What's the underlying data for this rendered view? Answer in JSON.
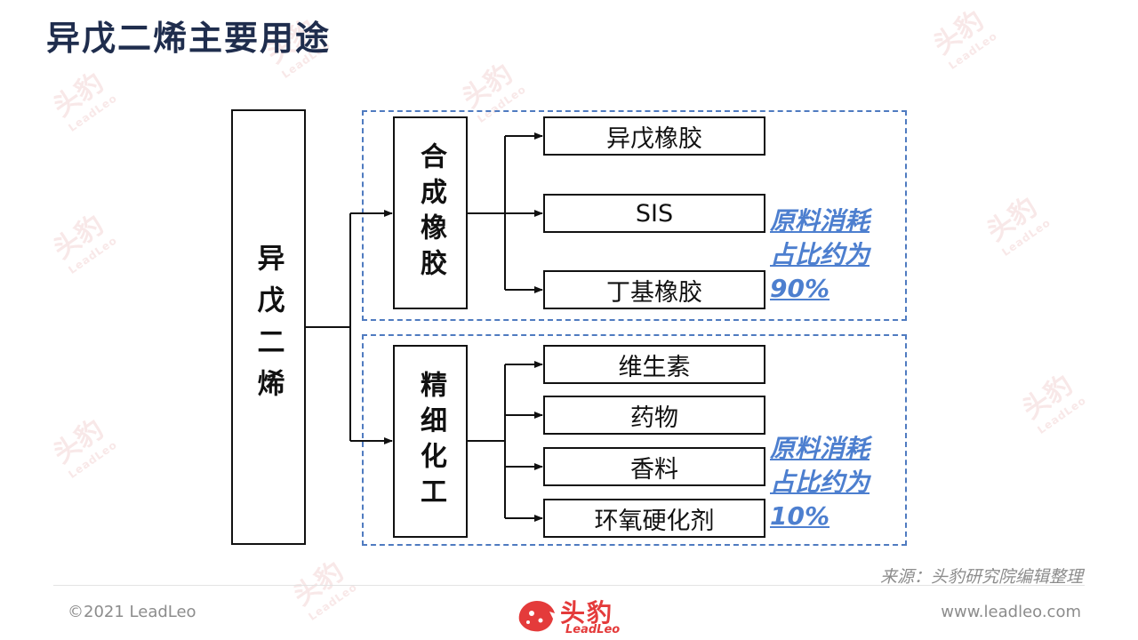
{
  "title": "异戊二烯主要用途",
  "root_label": "异戊二烯",
  "groups": [
    {
      "label": "合成橡胶",
      "items": [
        "异戊橡胶",
        "SIS",
        "丁基橡胶"
      ],
      "share_lines": [
        "原料消耗",
        "占比约为",
        "90%"
      ]
    },
    {
      "label": "精细化工",
      "items": [
        "维生素",
        "药物",
        "香料",
        "环氧硬化剂"
      ],
      "share_lines": [
        "原料消耗",
        "占比约为",
        "10%"
      ]
    }
  ],
  "source_note": "来源：头豹研究院编辑整理",
  "footer": {
    "copyright": "©2021 LeadLeo",
    "website": "www.leadleo.com",
    "logo_cn": "头豹",
    "logo_en": "LeadLeo"
  },
  "watermark": {
    "cn": "头豹",
    "en": "LeadLeo"
  },
  "colors": {
    "title": "#1f2d4d",
    "accent_blue": "#4d7fcf",
    "dash_border": "#4f7bc0",
    "brand_red": "#e43b3b"
  }
}
